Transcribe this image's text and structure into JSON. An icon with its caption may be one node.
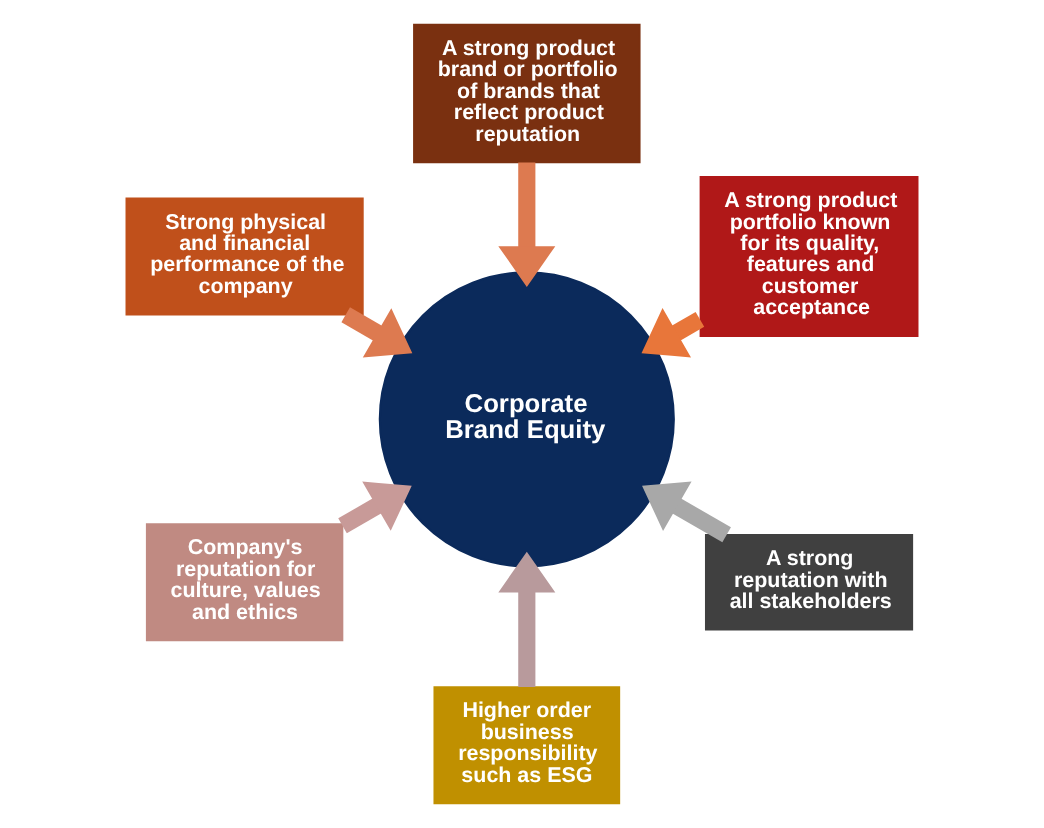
{
  "diagram": {
    "nodes": [
      {
        "text": [
          "Corporate Brand Equity"
        ]
      },
      {
        "text": [
          "A strong product portfolio known for its quality, features and customer acceptance"
        ]
      },
      {
        "text": [
          "A strong product brand or portfolio of brands that reflect product reputation"
        ]
      },
      {
        "text": [
          "Strong physical and financial performance of the company"
        ]
      },
      {
        "text": [
          "Company's reputation for culture, values and ethics"
        ]
      },
      {
        "text": [
          "Higher order business responsibility such as ESG"
        ]
      },
      {
        "text": [
          "A strong reputation with all stakeholders"
        ]
      }
    ],
    "edges": [
      {
        "from": 1,
        "to": 0,
        "arrow": "to",
        "color": "#e8763a"
      },
      {
        "from": 2,
        "to": 0,
        "arrow": "to",
        "color": "#dd7a50"
      },
      {
        "from": 3,
        "to": 0,
        "arrow": "to",
        "color": "#dd7a50"
      },
      {
        "from": 4,
        "to": 0,
        "arrow": "to",
        "color": "#c89a98"
      },
      {
        "from": 5,
        "to": 0,
        "arrow": "to",
        "color": "#b89a9c"
      },
      {
        "from": 6,
        "to": 0,
        "arrow": "to",
        "color": "#a8a8a8"
      }
    ]
  }
}
